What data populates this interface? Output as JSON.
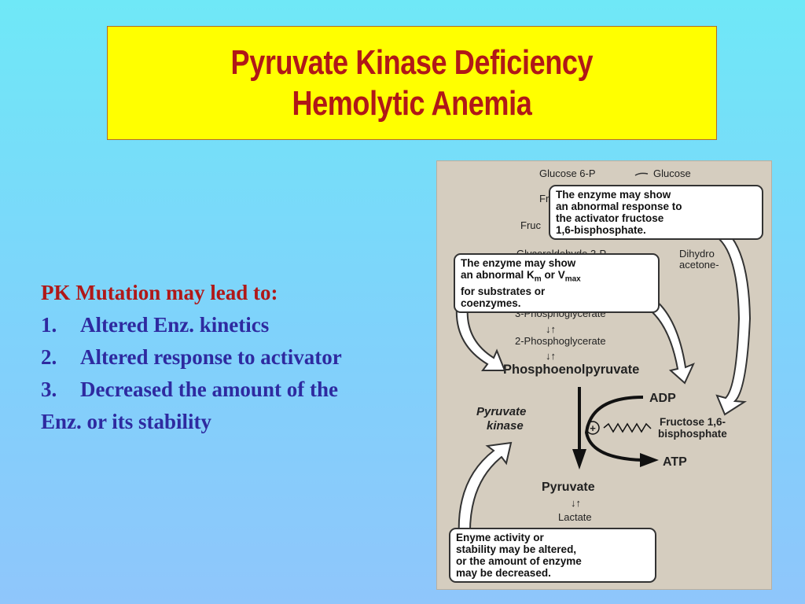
{
  "title": {
    "line1": "Pyruvate Kinase Deficiency",
    "line2": "Hemolytic Anemia"
  },
  "points": {
    "heading": "PK Mutation may lead to:",
    "items": [
      {
        "num": "1.",
        "text": "Altered Enz. kinetics"
      },
      {
        "num": "2.",
        "text": "Altered response to activator"
      },
      {
        "num": "3.",
        "text": "Decreased the amount of the"
      }
    ],
    "continuation": "Enz. or its stability"
  },
  "diagram": {
    "metabolites": {
      "glucose6p": "Glucose 6-P",
      "glucose": "Glucose",
      "fructose6p_partial": "Fr",
      "fructose16bp_partial": "Fruc",
      "g3p_partial": "Glyceraldehyde 3-P",
      "dhap_partial1": "Dihydro",
      "dhap_partial2": "acetone-",
      "pg3": "3-Phosphoglycerate",
      "pg2": "2-Phosphoglycerate",
      "pep": "Phosphoenolpyruvate",
      "adp": "ADP",
      "atp": "ATP",
      "pyruvate": "Pyruvate",
      "lactate": "Lactate",
      "activator1": "Fructose 1,6-",
      "activator2": "bisphosphate",
      "enzyme1": "Pyruvate",
      "enzyme2": "kinase",
      "plus": "+",
      "reversible": "↓↑"
    },
    "callouts": {
      "activator": [
        "The enzyme may show",
        "an abnormal response to",
        "the activator fructose",
        "1,6-bisphosphate."
      ],
      "kinetics": [
        "The enzyme may show",
        "an abnormal K",
        "m",
        " or V",
        "max",
        "for substrates or",
        "coenzymes."
      ],
      "stability": [
        "Enyme activity or",
        "stability may be altered,",
        "or the amount of enzyme",
        "may be decreased."
      ]
    },
    "colors": {
      "arrow_fill": "#ffffff",
      "arrow_stroke": "#333333",
      "background": "#d5cdbf"
    }
  }
}
